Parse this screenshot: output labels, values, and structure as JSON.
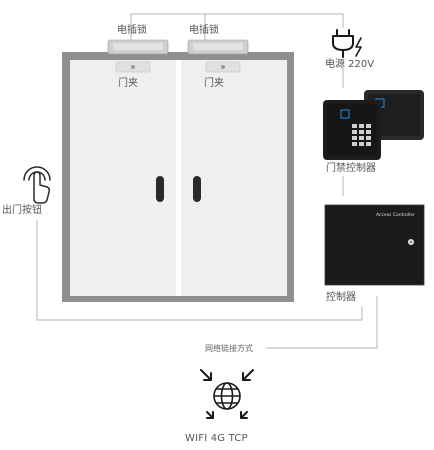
{
  "labels": {
    "electric_lock_left": "电插锁",
    "electric_lock_right": "电插锁",
    "power": "电源 220V",
    "door_clip_left": "门夹",
    "door_clip_right": "门夹",
    "access_keypad": "门禁控制器",
    "exit_button": "出门按钮",
    "controller": "控制器",
    "controller_panel_text": "Access Controller",
    "network_method": "网络链接方式",
    "network_types": "WIFI  4G  TCP"
  },
  "colors": {
    "frame": "#8f8f8f",
    "door": "#efefef",
    "line": "#b5b5b5",
    "device": "#1c1c1c"
  },
  "icons": {
    "power": "power-plug-icon",
    "touch": "touch-finger-icon",
    "network": "globe-network-icon"
  }
}
